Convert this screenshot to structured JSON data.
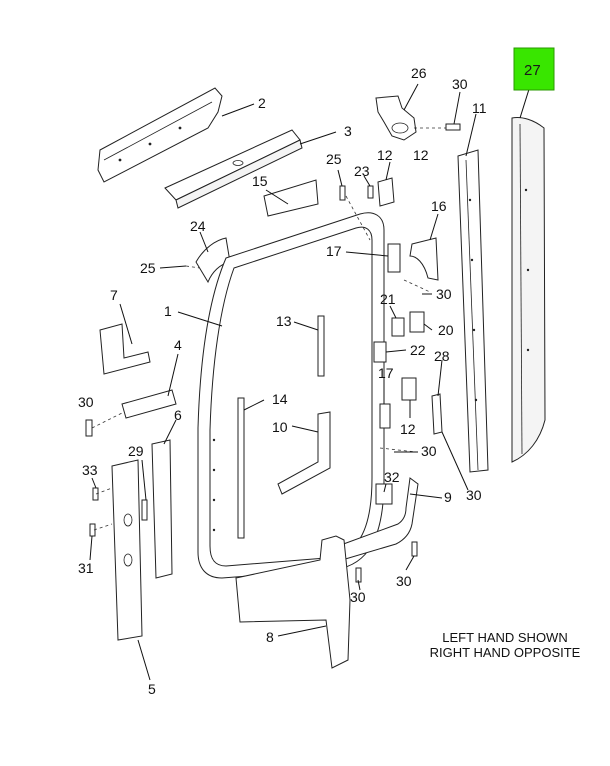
{
  "callouts": [
    {
      "id": "c2",
      "text": "2"
    },
    {
      "id": "c3",
      "text": "3"
    },
    {
      "id": "c26",
      "text": "26"
    },
    {
      "id": "c30a",
      "text": "30"
    },
    {
      "id": "c11",
      "text": "11"
    },
    {
      "id": "c27",
      "text": "27"
    },
    {
      "id": "c25a",
      "text": "25"
    },
    {
      "id": "c23",
      "text": "23"
    },
    {
      "id": "c12a",
      "text": "12"
    },
    {
      "id": "c15",
      "text": "15"
    },
    {
      "id": "c16",
      "text": "16"
    },
    {
      "id": "c24",
      "text": "24"
    },
    {
      "id": "c17a",
      "text": "17"
    },
    {
      "id": "c25b",
      "text": "25"
    },
    {
      "id": "c30b",
      "text": "30"
    },
    {
      "id": "c7",
      "text": "7"
    },
    {
      "id": "c21",
      "text": "21"
    },
    {
      "id": "c1",
      "text": "1"
    },
    {
      "id": "c13",
      "text": "13"
    },
    {
      "id": "c20",
      "text": "20"
    },
    {
      "id": "c22",
      "text": "22"
    },
    {
      "id": "c4",
      "text": "4"
    },
    {
      "id": "c28",
      "text": "28"
    },
    {
      "id": "c17b",
      "text": "17"
    },
    {
      "id": "c30c",
      "text": "30"
    },
    {
      "id": "c14",
      "text": "14"
    },
    {
      "id": "c6",
      "text": "6"
    },
    {
      "id": "c10",
      "text": "10"
    },
    {
      "id": "c12b",
      "text": "12"
    },
    {
      "id": "c30d",
      "text": "30"
    },
    {
      "id": "c29",
      "text": "29"
    },
    {
      "id": "c33",
      "text": "33"
    },
    {
      "id": "c32",
      "text": "32"
    },
    {
      "id": "c9",
      "text": "9"
    },
    {
      "id": "c30e",
      "text": "30"
    },
    {
      "id": "c31",
      "text": "31"
    },
    {
      "id": "c30f",
      "text": "30"
    },
    {
      "id": "c30g",
      "text": "30"
    },
    {
      "id": "c8",
      "text": "8"
    },
    {
      "id": "c5",
      "text": "5"
    }
  ],
  "highlight": {
    "text": "27",
    "fill": "#39e600",
    "text_color": "#1a1a1a"
  },
  "note": {
    "line1": "LEFT HAND SHOWN",
    "line2": "RIGHT HAND OPPOSITE"
  }
}
